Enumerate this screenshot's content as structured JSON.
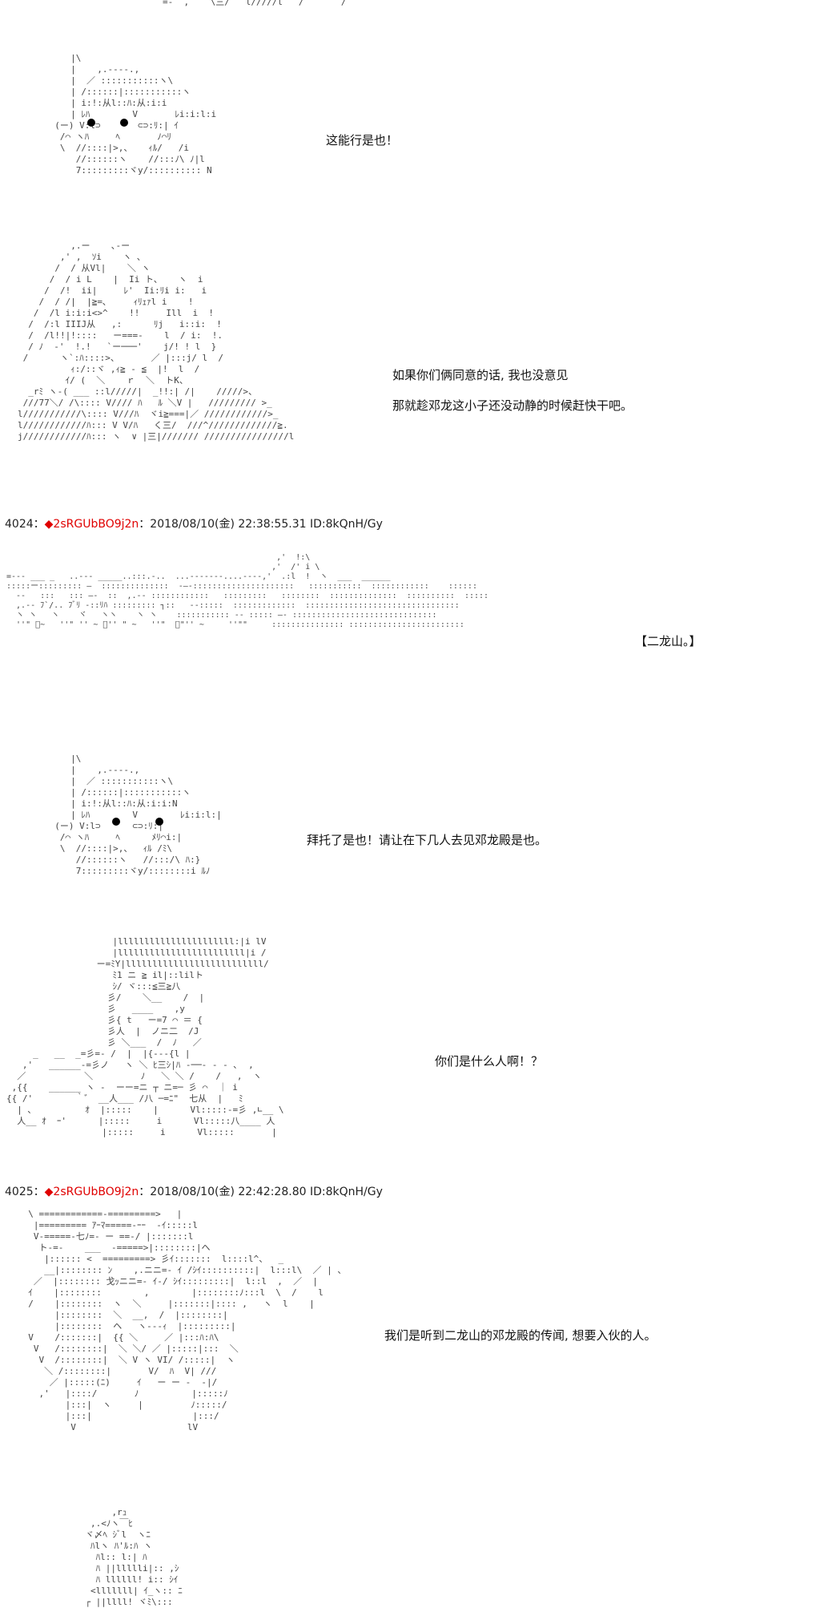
{
  "posts": [
    {
      "number": "4024",
      "sep": "：",
      "diamond": "◆",
      "trip": "2sRGUbBO9j2n",
      "sep2": "：",
      "datetime": "2018/08/10(金) 22:38:55.31 ID:8kQnH/Gy"
    },
    {
      "number": "4025",
      "sep": "：",
      "diamond": "◆",
      "trip": "2sRGUbBO9j2n",
      "sep2": "：",
      "datetime": "2018/08/10(金) 22:42:28.80 ID:8kQnH/Gy"
    }
  ],
  "dialogs": {
    "line1": "这能行是也！",
    "line2": "如果你们俩同意的话, 我也没意见",
    "line3": "那就趁邓龙这小子还没动静的时候赶快干吧。",
    "line4": "【二龙山。】",
    "line5": "拜托了是也！请让在下几人去见邓龙殿是也。",
    "line6": "你们是什么人啊！？",
    "line7": "我们是听到二龙山的邓龙殿的传闻, 想要入伙的人。"
  },
  "art": {
    "top_fragment": "        =-  ,    \\三/   l/////l   /       /",
    "figure_a": "     |\\\n     |    ,.-‐-‐.,\n     |  ／ :::::::::::ヽ\\\n     | /::::::|:::::::::::ヽ\n     | i:!:从l::ﾊ:从:i:i\n     | ﾚﾊ        V       ﾚi:i:l:i\n  (ー) V:l⊃       ⊂⊃:ﾘ:| ｲ\n   /⌒ ヽﾊ     ﾍ       ﾉ⌒ﾘ\n   \\  //::::|>,、   ｨﾙ/   /i\n      //::::::ヽ    //:::ﾉ\\ ﾉ|l\n      7:::::::::ヾy/:::::::::: N",
    "figure_b": "          ,.ー    ､‐ー\n        ,' ,  ｿi    ヽ ､\n       /  / 从Vl|    ＼ ヽ\n      /  / i L    |  Ii ト、   ヽ  i\n     /  /!  ii|     ﾚ'  Ii:ﾘi i:   i\n    /  / /|  |≧=､     ｨﾘｪｧl i    !\n   /  /l i:i:i<>^    !!     Ill  i  !\n  /  /:l IIIJ从   ,:      ﾘj   i::i:  !\n  /  /l!!|!::::   ー===-    l  / i:  !.\n  / ﾉ  ‐'  !.!   `ー───'    j/! ! l  }\n /      ヽ`:ﾊ::::>、      ／ |:::j/ l  /\n          ｨ:/::ヾ ,ｨ≧ - ≦  |!  l  /\n         ｲ/ (  ＼    ｒ  ＼  トK、\n  _rﾐ ヽ-( ___ ::l/////|  _!!:| /|    /////>、\n ///77＼/ /\\:::: V//// ﾊ   ﾙ ＼V |   ///////// >_\nl///////////\\:::: V///ﾊ  ヾi≧===|／ ////////////>_\nl////////////ﾊ::: V V/ﾊ   く三/  ///^/////////////≧.\nj////////////ﾊ::: ヽ  ∨ |三|/////// ////////////////l",
    "landscape": "                                                        ,'  !:\\\n                                                       ,'  /' i \\\n=-‐- ___ _   ..--- _____..:::.-..  ...-------....--‐‐,'  .:l  !  ヽ  ___  ______\n:::::ー::::::::: ―  ::::::::::::::  ‐―‐:::::::::::::::::::::   :::::::::::  ::::::::::::    ::::::\n  ‐‐   :::   ::: ―‐  ::  ,.‐‐ ::::::::::::   :::::::::   ::::::::  ::::::::::::::  ::::::::::  :::::\n  ,.‐- ﾌ`/.. ﾌﾞﾘ ‐::ﾘﾊ ::::::::: ┐::   ‐‐:::::  :::::::::::::  ::::::::::::::::::::::::::::::::\n  ヽ ヽ   ヽ    ヾ   ヽヽ    ヽ ヽ    ::::::::::: -- ::::: ―‐ ::::::::::::::::::::::::::::::\n  ''\" ﾞ~   ''\" '' ~ ﾞ'' \" ~   ''\"  ﾞ\"'' ~     ''\"\"     ::::::::::::::: ::::::::::::::::::::::::",
    "figure_c": "     |\\\n     |    ,.-‐-‐.,\n     |  ／ :::::::::::ヽ\\\n     | /::::::|:::::::::::ヽ\n     | i:!:从l::ﾊ:从:i:i:N\n     | ﾚﾊ        V        ﾚi:i:l:|\n  (ー) V:l⊃      ⊂⊃:ﾘ:|\n   /⌒ ヽﾊ     ﾍ      ﾒﾘ⌒i:|\n   \\  //::::|>,、  ｨﾙ /ﾐ\\\n      //::::::ヽ   //:::/\\ ﾊ:}\n      7:::::::::ヾy/::::::::i ﾙﾉ",
    "figure_d": "                    |llllllllllllllllllllll:|i lV\n                    |llllllllllllllllllllllll|i /\n                 ー=ﾐY|llllllllllllllllllllllllll/\n                    ﾐ1 ニ ≧ il|::lilト\n                    ｼ/ ヾ:::≦三≧八\n                   彡/    ＼__    /  |\n                   彡   ____    ,y\n                   彡{ t   ー=7 ⌒ ＝ {\n                   彡人  |  ノニ二  /J\n                   彡 ＼___  /  ﾉ   ／\n     _   __  _=彡=‐ /  |  |{-‐-{l |\n   ,'   ______‐=彡ノ   ヽ ＼ ﾋ三ｼ|ﾊ ‐──- - - ､  ,\n  ／           ＼         ﾉ   ＼ ＼ /    /   ,  ヽ\n ,{{    ______ ヽ ‐  ーー=ニ ┬ ニ=─ 彡 ⌒  ｜ i\n{{ /'        ｀゛ __人___ /八 ─=ﾆ\"  七从  |   ﾐ\n  | ､          ｵ  |:::::    |      Vl:::::‐=彡 ,∟__ \\\n  人__ ｵ  ｰ'      |:::::     i      Vl:::::八____ 人\n                  |:::::     i      Vl:::::       |",
    "figure_e": "  \\ ============-=========>   |\n   |========= ｱｰﾏ=====-ｰｰ  -ｲ:::::l\n   V-=====-七ﾉ=- ー ==-/ |:::::::l\n    ト-=-    ___  -=====>|::::::::|ヘ\n     |:::::: <  =========> 彡ｲ:::::::  l::::l^、  _\n     __|:::::::: ﾝ    ,.ニニ=- ｲ /ｼｲ::::::::::|  l:::l\\  ／ | 、\n   ／  |:::::::: 戈ｯニニ=- ｲ-/ ｼｲ:::::::::|  l::l  ,  ／  |\n  ｲ    |::::::::        ,        |::::::::ﾉ:::l  \\  /    l\n  /    |::::::::  ヽ  ＼     |:::::::|:::: ,   ヽ  l    |\n       |::::::::  ＼  __,  /  |::::::::|\n       |::::::::  ヘ   ヽ---ｨ  |:::::::::|\n  V    /:::::::|  {{ ＼     ／ |:::ﾊ:ﾊ\\\n   V   /::::::::|  ＼ ＼/ ／ |:::::|:::  ＼\n    V  /::::::::|  ＼ V ヽ VI/ /:::::|  ヽ\n     ＼ /::::::::|       V/  ﾊ  V| ///\n      ／ |:::::(ﾆ)     ｲ   ー ー -  ‐|/\n    ,'   |::::/       ﾉ          |:::::ﾉ\n         |:::|  ヽ     |         ﾉ:::::/\n         |:::|                   |:::/\n          V                     lV",
    "figure_f": "            ,rｭ\n        ,.<ﾉヽ￣ﾋ\n       ヾ〆ﾍ ｼﾞl  ヽﾆ\n        ﾊlヽ ﾊ'ﾙ:ﾊ ヽ\n         ﾊl:: l:| ﾊ\n         ﾊ ||llllli|:: ,ｼ\n         ﾊ llllll! i:: ｼｲ\n        <lllllll| ｲ_ヽ:: ﾆ\n       ┌ ||llll! ヾﾐ\\:::"
  }
}
